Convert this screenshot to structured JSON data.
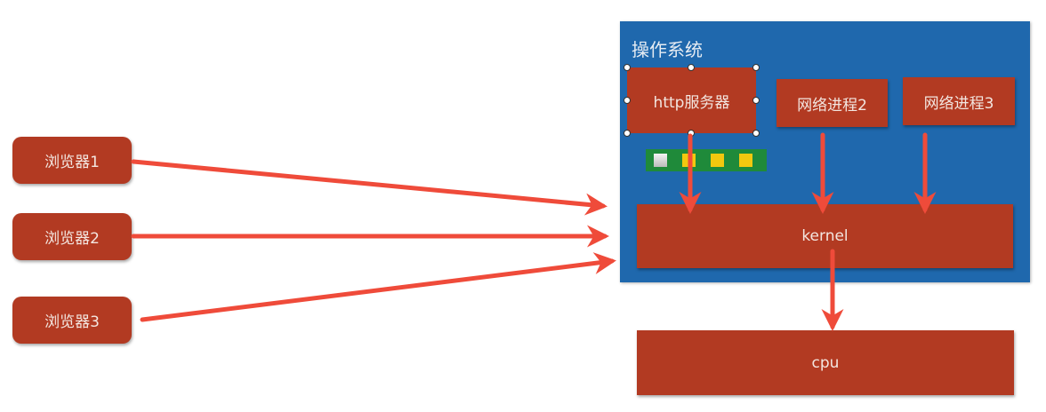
{
  "browsers": [
    "浏览器1",
    "浏览器2",
    "浏览器3"
  ],
  "os": {
    "title": "操作系统",
    "http_server": "http服务器",
    "net_process_2": "网络进程2",
    "net_process_3": "网络进程3",
    "kernel": "kernel"
  },
  "cpu": "cpu",
  "queue": {
    "items": [
      "empty",
      "filled",
      "filled",
      "filled"
    ]
  },
  "colors": {
    "box": "#b23a22",
    "os": "#1f68ad",
    "arrow": "#ef4b3a",
    "queue": "#1f8a3a",
    "queue_item": "#f2c80f"
  }
}
